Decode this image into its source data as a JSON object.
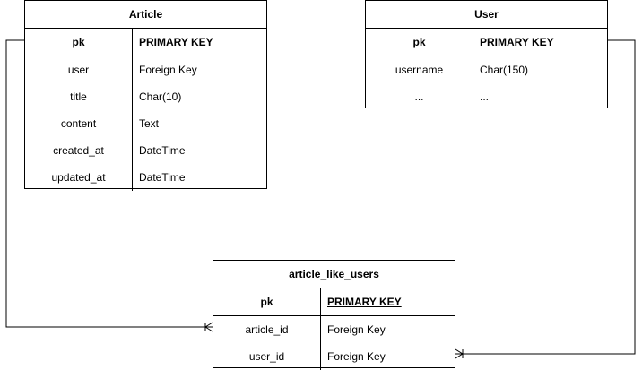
{
  "entities": {
    "article": {
      "title": "Article",
      "pk": {
        "key": "pk",
        "value": "PRIMARY KEY"
      },
      "fields": [
        {
          "key": "user",
          "value": "Foreign Key"
        },
        {
          "key": "title",
          "value": "Char(10)"
        },
        {
          "key": "content",
          "value": "Text"
        },
        {
          "key": "created_at",
          "value": "DateTime"
        },
        {
          "key": "updated_at",
          "value": "DateTime"
        }
      ]
    },
    "user": {
      "title": "User",
      "pk": {
        "key": "pk",
        "value": "PRIMARY KEY"
      },
      "fields": [
        {
          "key": "username",
          "value": "Char(150)"
        },
        {
          "key": "...",
          "value": "..."
        }
      ]
    },
    "like": {
      "title": "article_like_users",
      "pk": {
        "key": "pk",
        "value": "PRIMARY KEY"
      },
      "fields": [
        {
          "key": "article_id",
          "value": "Foreign Key"
        },
        {
          "key": "user_id",
          "value": "Foreign Key"
        }
      ]
    }
  },
  "relationships": [
    {
      "from": "Article",
      "to": "article_like_users",
      "cardinality": "one-to-many"
    },
    {
      "from": "User",
      "to": "article_like_users",
      "cardinality": "one-to-many"
    }
  ]
}
